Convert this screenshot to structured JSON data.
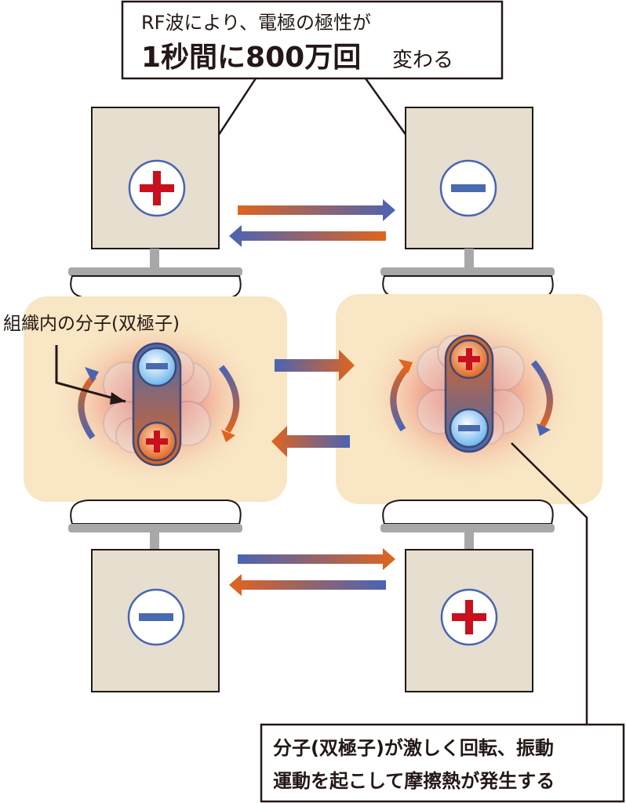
{
  "top_caption": {
    "line1": "RF波により、電極の極性が",
    "line2_bold": "1秒間に800万回",
    "line2_tail": "変わる"
  },
  "tissue_label": "組織内の分子(双極子)",
  "bottom_caption": {
    "line1": "分子(双極子)が激しく回転、振動",
    "line2": "運動を起こして摩擦熱が発生する"
  },
  "symbols": {
    "plus": "+",
    "minus": "−"
  },
  "colors": {
    "electrode_fill": "#e6dece",
    "tissue_fill": "#f8e6c4",
    "heat_red": "#e2473a",
    "arrow_orange": "#e0641e",
    "arrow_blue": "#4a64b4",
    "plus_red": "#c8101e",
    "minus_blue": "#4a6ab0"
  }
}
